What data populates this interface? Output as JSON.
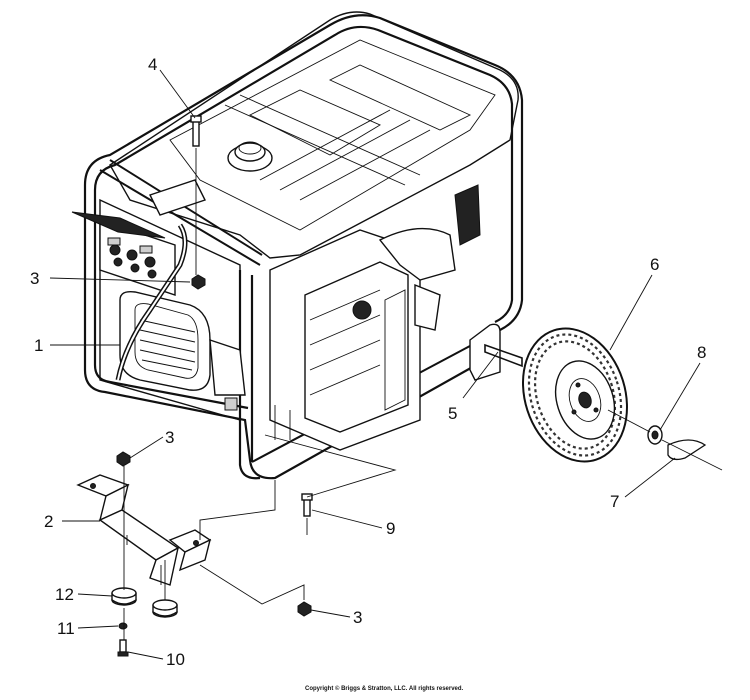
{
  "diagram": {
    "callouts": [
      {
        "id": "c4",
        "label": "4"
      },
      {
        "id": "c3a",
        "label": "3"
      },
      {
        "id": "c1",
        "label": "1"
      },
      {
        "id": "c6",
        "label": "6"
      },
      {
        "id": "c8",
        "label": "8"
      },
      {
        "id": "c5",
        "label": "5"
      },
      {
        "id": "c3b",
        "label": "3"
      },
      {
        "id": "c2",
        "label": "2"
      },
      {
        "id": "c9",
        "label": "9"
      },
      {
        "id": "c7",
        "label": "7"
      },
      {
        "id": "c12",
        "label": "12"
      },
      {
        "id": "c3c",
        "label": "3"
      },
      {
        "id": "c11",
        "label": "11"
      },
      {
        "id": "c10",
        "label": "10"
      }
    ],
    "copyright": "Copyright © Briggs & Stratton, LLC. All rights reserved."
  }
}
